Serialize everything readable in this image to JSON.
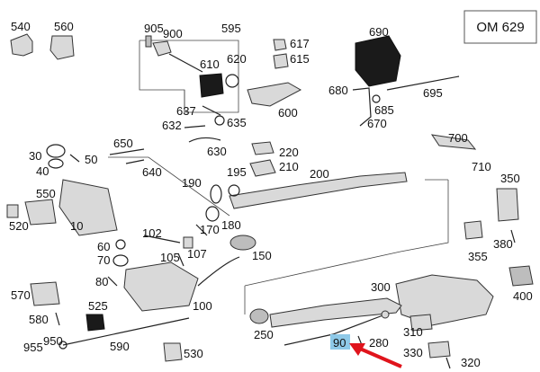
{
  "model_label": "OM 629",
  "highlight_color": "#8ec9e8",
  "arrow_color": "#e0141c",
  "highlighted_part": "90",
  "labels": {
    "l540": "540",
    "l560": "560",
    "l905": "905",
    "l900": "900",
    "l595": "595",
    "l617": "617",
    "l615": "615",
    "l610": "610",
    "l620": "620",
    "l690": "690",
    "l680": "680",
    "l685": "685",
    "l670": "670",
    "l695": "695",
    "l637": "637",
    "l635": "635",
    "l632": "632",
    "l600": "600",
    "l630": "630",
    "l650": "650",
    "l30": "30",
    "l40": "40",
    "l50": "50",
    "l220": "220",
    "l210": "210",
    "l700": "700",
    "l640": "640",
    "l195": "195",
    "l200": "200",
    "l710": "710",
    "l550": "550",
    "l190": "190",
    "l350": "350",
    "l520": "520",
    "l10": "10",
    "l170": "170",
    "l180": "180",
    "l102": "102",
    "l60": "60",
    "l107": "107",
    "l105": "105",
    "l70": "70",
    "l150": "150",
    "l380": "380",
    "l355": "355",
    "l80": "80",
    "l300": "300",
    "l400": "400",
    "l570": "570",
    "l525": "525",
    "l100": "100",
    "l580": "580",
    "l250": "250",
    "l310": "310",
    "l950": "950",
    "l90": "90",
    "l280": "280",
    "l955": "955",
    "l590": "590",
    "l330": "330",
    "l530": "530",
    "l320": "320"
  }
}
